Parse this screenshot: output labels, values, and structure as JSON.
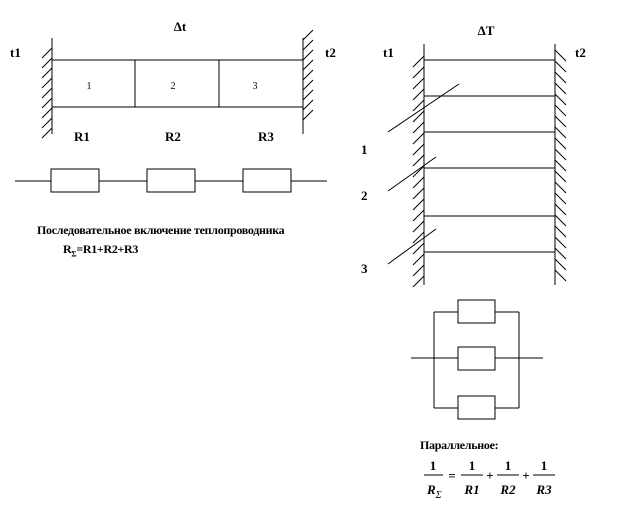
{
  "series_diagram": {
    "delta_label": "Δt",
    "left_temp": "t1",
    "right_temp": "t2",
    "layer_numbers": [
      "1",
      "2",
      "3"
    ],
    "resistor_labels": [
      "R1",
      "R2",
      "R3"
    ],
    "caption": "Последовательное включение теплопроводника",
    "formula_prefix": "R",
    "formula_sub": "Σ",
    "formula_rest": "=R1+R2+R3"
  },
  "parallel_diagram": {
    "delta_label": "ΔT",
    "left_temp": "t1",
    "right_temp": "t2",
    "layer_numbers": [
      "1",
      "2",
      "3"
    ],
    "caption": "Параллельное:",
    "formula": {
      "lhs_num": "1",
      "lhs_den": "R",
      "lhs_den_sub": "Σ",
      "equals": "=",
      "plus": "+",
      "terms": [
        {
          "num": "1",
          "den": "R1"
        },
        {
          "num": "1",
          "den": "R2"
        },
        {
          "num": "1",
          "den": "R3"
        }
      ]
    }
  }
}
